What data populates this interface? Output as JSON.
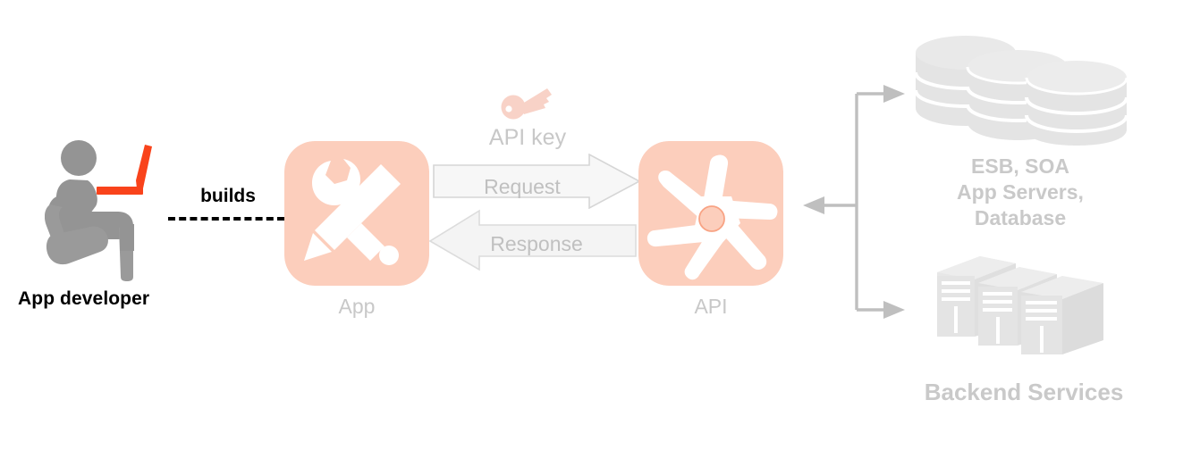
{
  "diagram": {
    "title": "API architecture overview",
    "background": "#ffffff"
  },
  "colors": {
    "tile_peach": "#FCCEBC",
    "icon_white": "#ffffff",
    "label_gray": "#c8c8c8",
    "backend_gray": "#c9c9c9",
    "shape_gray": "#e4e4e4",
    "connector_gray": "#bfbfbf",
    "arrow_fill": "#f7f7f7",
    "arrow_stroke": "#d4d4d4",
    "person_gray": "#949494",
    "laptop_orange": "#F9431B",
    "key_pink": "#FAD5CA",
    "text_black": "#000000"
  },
  "developer": {
    "label": "App developer",
    "icon": "person-sitting-with-laptop-icon",
    "relation_label": "builds",
    "relation_style": "dashed"
  },
  "app": {
    "label": "App",
    "icon": "wrench-and-pencil-icon"
  },
  "api": {
    "label": "API",
    "icon": "api-hub-star-icon"
  },
  "api_key": {
    "label": "API key",
    "icon": "key-icon"
  },
  "flows": [
    {
      "label": "Request",
      "direction": "right",
      "name": "request-arrow"
    },
    {
      "label": "Response",
      "direction": "left",
      "name": "response-arrow"
    }
  ],
  "backend": {
    "group_label": "Backend Services",
    "database": {
      "icon": "database-stack-icon",
      "label_lines": [
        "ESB, SOA",
        "App Servers,",
        "Database"
      ],
      "label": "ESB, SOA\nApp Servers,\nDatabase"
    },
    "servers": {
      "icon": "server-racks-icon"
    },
    "connectors": [
      {
        "name": "api-to-database-arrow",
        "direction": "right"
      },
      {
        "name": "backend-to-api-arrow",
        "direction": "left"
      },
      {
        "name": "api-to-servers-arrow",
        "direction": "right"
      }
    ]
  }
}
